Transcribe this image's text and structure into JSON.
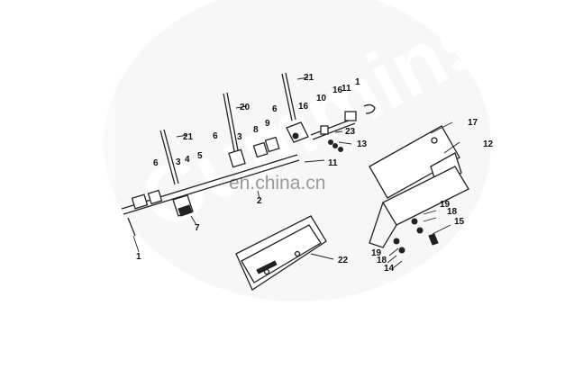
{
  "watermark": {
    "brand_text": "Cummins",
    "site_text": "en.china.cn"
  },
  "callouts": [
    {
      "id": "c1",
      "label": "1"
    },
    {
      "id": "c2",
      "label": "2"
    },
    {
      "id": "c3a",
      "label": "3"
    },
    {
      "id": "c3b",
      "label": "3"
    },
    {
      "id": "c4",
      "label": "4"
    },
    {
      "id": "c5",
      "label": "5"
    },
    {
      "id": "c6a",
      "label": "6"
    },
    {
      "id": "c6b",
      "label": "6"
    },
    {
      "id": "c6c",
      "label": "6"
    },
    {
      "id": "c7",
      "label": "7"
    },
    {
      "id": "c8",
      "label": "8"
    },
    {
      "id": "c9",
      "label": "9"
    },
    {
      "id": "c10",
      "label": "10"
    },
    {
      "id": "c11a",
      "label": "11"
    },
    {
      "id": "c11b",
      "label": "11"
    },
    {
      "id": "c12",
      "label": "12"
    },
    {
      "id": "c13",
      "label": "13"
    },
    {
      "id": "c14",
      "label": "14"
    },
    {
      "id": "c15",
      "label": "15"
    },
    {
      "id": "c16a",
      "label": "16"
    },
    {
      "id": "c16b",
      "label": "16"
    },
    {
      "id": "c17",
      "label": "17"
    },
    {
      "id": "c18a",
      "label": "18"
    },
    {
      "id": "c18b",
      "label": "18"
    },
    {
      "id": "c19a",
      "label": "19"
    },
    {
      "id": "c19b",
      "label": "19"
    },
    {
      "id": "c20",
      "label": "20"
    },
    {
      "id": "c21a",
      "label": "21"
    },
    {
      "id": "c21b",
      "label": "21"
    },
    {
      "id": "c22",
      "label": "22"
    },
    {
      "id": "c23",
      "label": "23"
    },
    {
      "id": "c1b",
      "label": "1"
    }
  ]
}
